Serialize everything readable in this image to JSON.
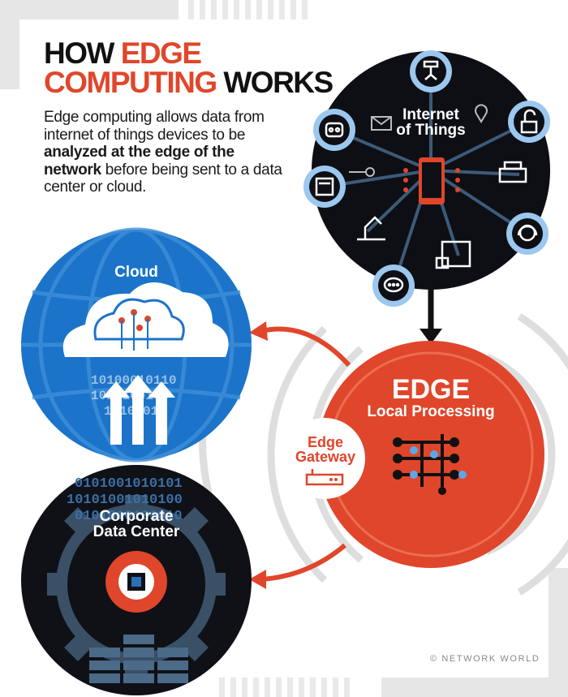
{
  "title": {
    "line1_plain": "HOW ",
    "line1_accent": "EDGE",
    "line2_accent": "COMPUTING",
    "line2_plain": " WORKS"
  },
  "intro": {
    "part1": "Edge computing allows data from internet of things devices to be ",
    "bold": "analyzed at the edge of the network",
    "part2": " before being sent to a data center or cloud."
  },
  "nodes": {
    "iot_label_line1": "Internet",
    "iot_label_line2": "of Things",
    "cloud_label": "Cloud",
    "edge_label": "EDGE",
    "edge_sublabel": "Local Processing",
    "gateway_line1": "Edge",
    "gateway_line2": "Gateway",
    "datacenter_line1": "Corporate",
    "datacenter_line2": "Data Center"
  },
  "binary": {
    "cloud_rows": [
      "10100010110",
      "1010100100",
      "10101010"
    ],
    "dc_rows": [
      "0101001010101",
      "10101001010100",
      "0101010101010"
    ]
  },
  "copyright": "© NETWORK WORLD",
  "colors": {
    "accent_orange": "#e0462b",
    "cloud_blue": "#1a73c8",
    "dark": "#0d0f14",
    "light_blue_ring": "#9cc7ee",
    "gray_wave": "#dcdcdc"
  },
  "icons": [
    "robot-arm-icon",
    "robot-icon",
    "email-icon",
    "location-pin-icon",
    "padlock-icon",
    "key-icon",
    "printer-icon",
    "tablet-icon",
    "headset-bot-icon",
    "industrial-robot-icon",
    "media-gallery-icon",
    "chat-bubble-icon",
    "smartphone-icon",
    "circuit-tree-icon",
    "circuit-board-icon",
    "router-icon",
    "gear-chip-icon",
    "server-rack-icon"
  ]
}
